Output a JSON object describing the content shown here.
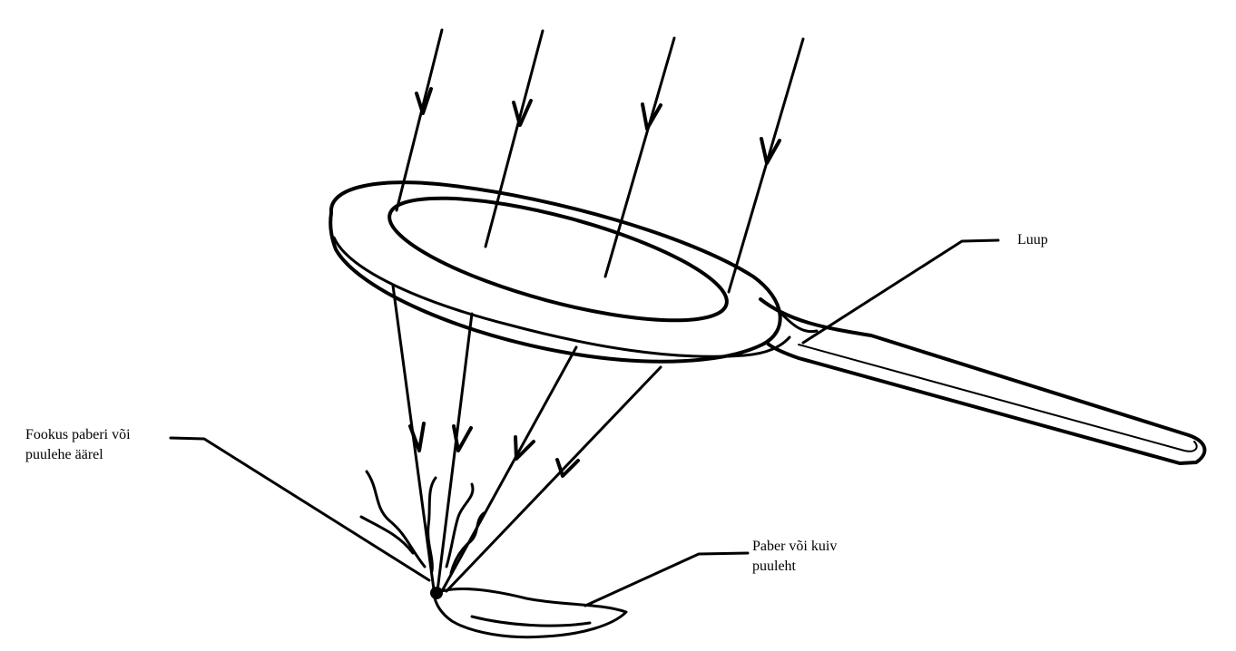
{
  "labels": {
    "magnifier": "Luup",
    "focus_line1": "Fookus paberi või",
    "focus_line2": "puulehe äärel",
    "paper_line1": "Paber või kuiv",
    "paper_line2": "puuleht"
  },
  "colors": {
    "ink": "#000000",
    "background": "#ffffff"
  }
}
